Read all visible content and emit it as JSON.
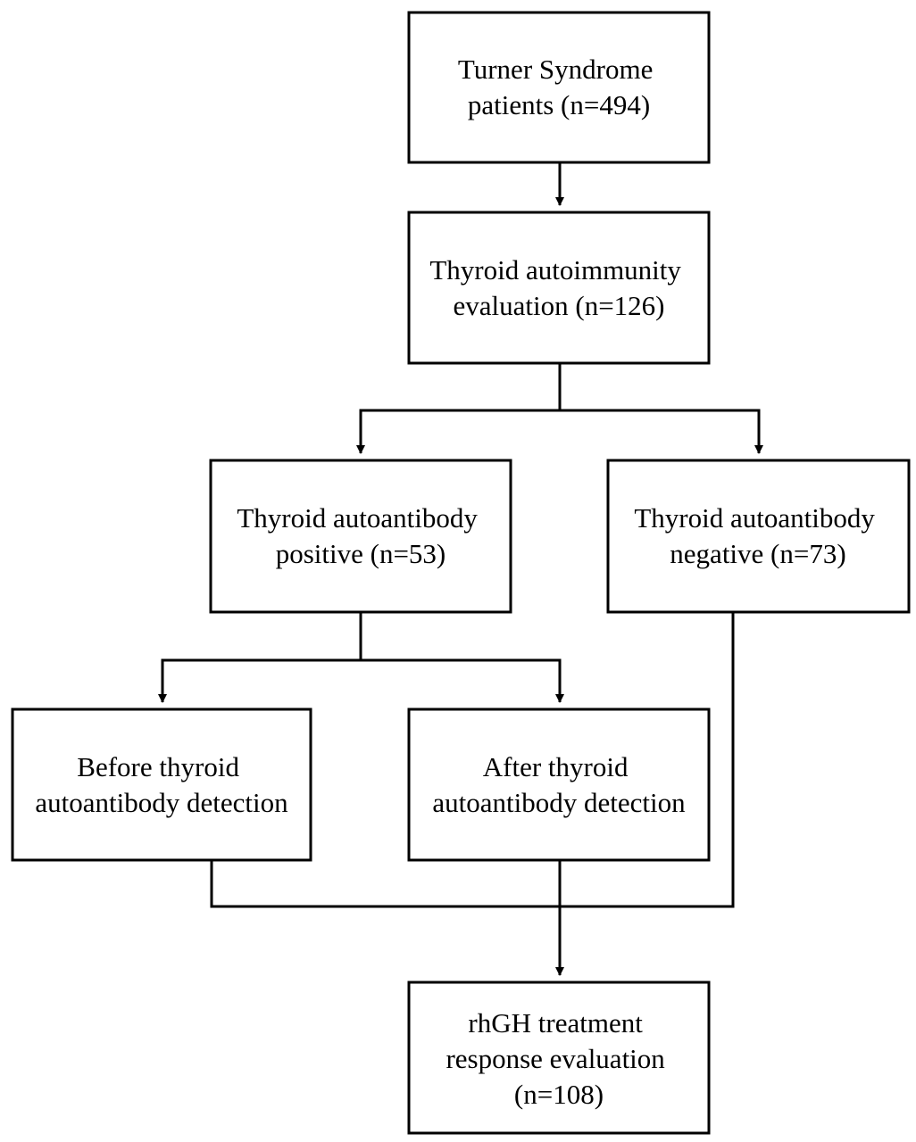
{
  "nodes": {
    "patients": {
      "lines": [
        "Turner Syndrome",
        "patients (n=494)"
      ]
    },
    "evaluation": {
      "lines": [
        "Thyroid autoimmunity",
        "evaluation (n=126)"
      ]
    },
    "positive": {
      "lines": [
        "Thyroid autoantibody",
        "positive (n=53)"
      ]
    },
    "negative": {
      "lines": [
        "Thyroid autoantibody",
        "negative (n=73)"
      ]
    },
    "before": {
      "lines": [
        "Before thyroid",
        "autoantibody detection"
      ]
    },
    "after": {
      "lines": [
        "After thyroid",
        "autoantibody detection"
      ]
    },
    "response": {
      "lines": [
        "rhGH treatment",
        "response evaluation",
        "(n=108)"
      ]
    }
  },
  "edges": [
    {
      "from": "patients",
      "to": "evaluation"
    },
    {
      "from": "evaluation",
      "to": "positive"
    },
    {
      "from": "evaluation",
      "to": "negative"
    },
    {
      "from": "positive",
      "to": "before"
    },
    {
      "from": "positive",
      "to": "after"
    },
    {
      "from": "before",
      "to": "response"
    },
    {
      "from": "after",
      "to": "response"
    },
    {
      "from": "negative",
      "to": "response"
    }
  ]
}
